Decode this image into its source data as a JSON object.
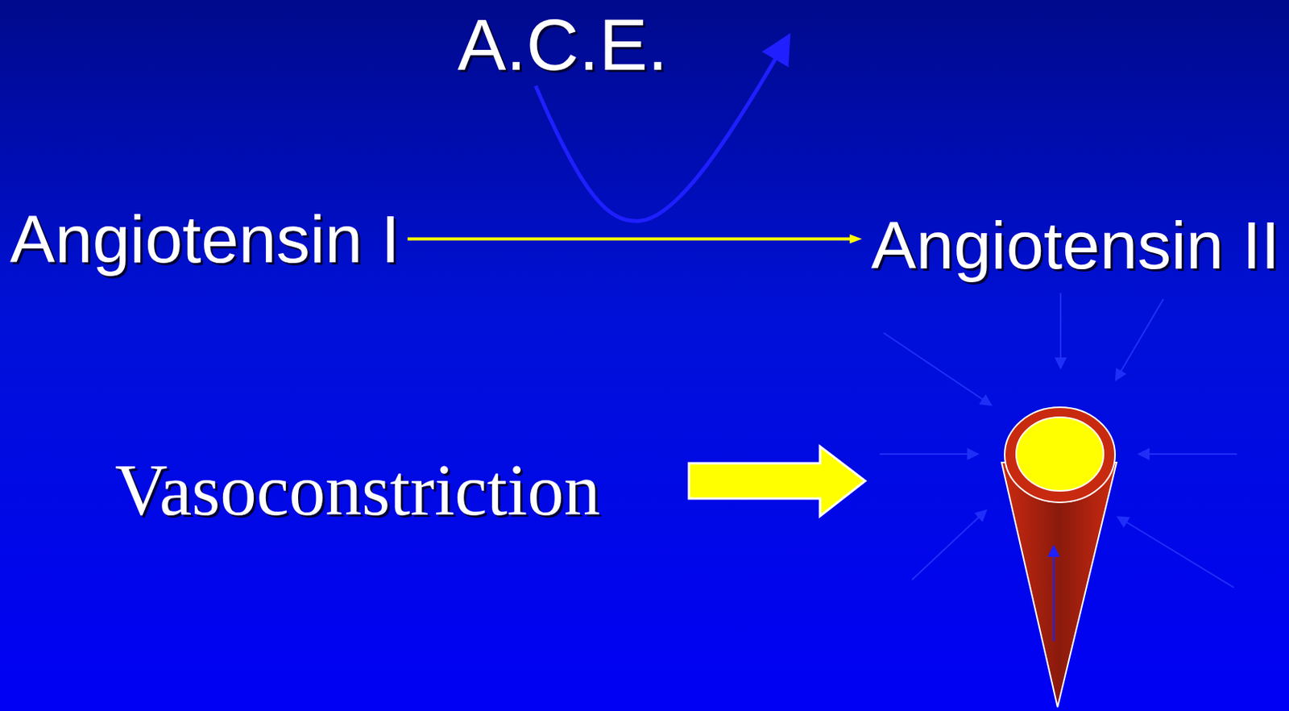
{
  "diagram": {
    "nodes": [
      {
        "text": [
          "Angiotensin I"
        ]
      },
      {
        "text": [
          "Angiotensin II"
        ]
      }
    ],
    "edges": [
      {
        "from": 0,
        "to": 1,
        "arrow": "to"
      }
    ],
    "labels": [
      "A.C.E.",
      "Vasoconstriction"
    ]
  }
}
